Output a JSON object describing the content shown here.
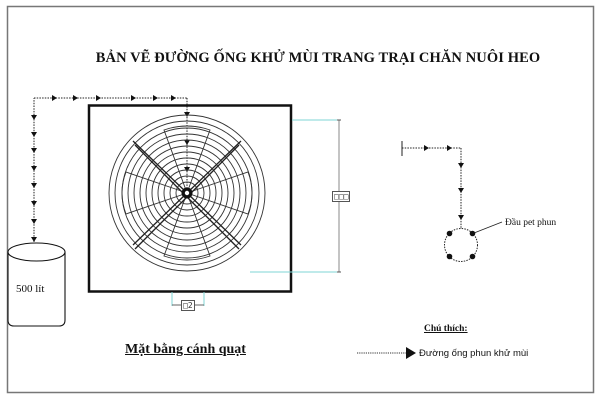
{
  "title": "BẢN VẼ ĐƯỜNG ỐNG KHỬ MÙI TRANG TRẠI CHĂN NUÔI HEO",
  "tank": {
    "label": "500 lít"
  },
  "fan_plan": {
    "caption": "Mặt bằng cánh quạt",
    "height_dimension_label": "□□□",
    "width_dimension_label": "□2"
  },
  "nozzle_ring": {
    "label": "Đầu pet phun",
    "nozzle_count": 4
  },
  "legend": {
    "title": "Chú thích:",
    "items": [
      {
        "symbol": "dotted-line-with-arrow",
        "label": "Đường ống phun khử mùi"
      }
    ]
  },
  "colors": {
    "line": "#111111",
    "frame": "#777777",
    "dimension_extension": "#7fd6d6",
    "dimension_line": "#888888"
  }
}
